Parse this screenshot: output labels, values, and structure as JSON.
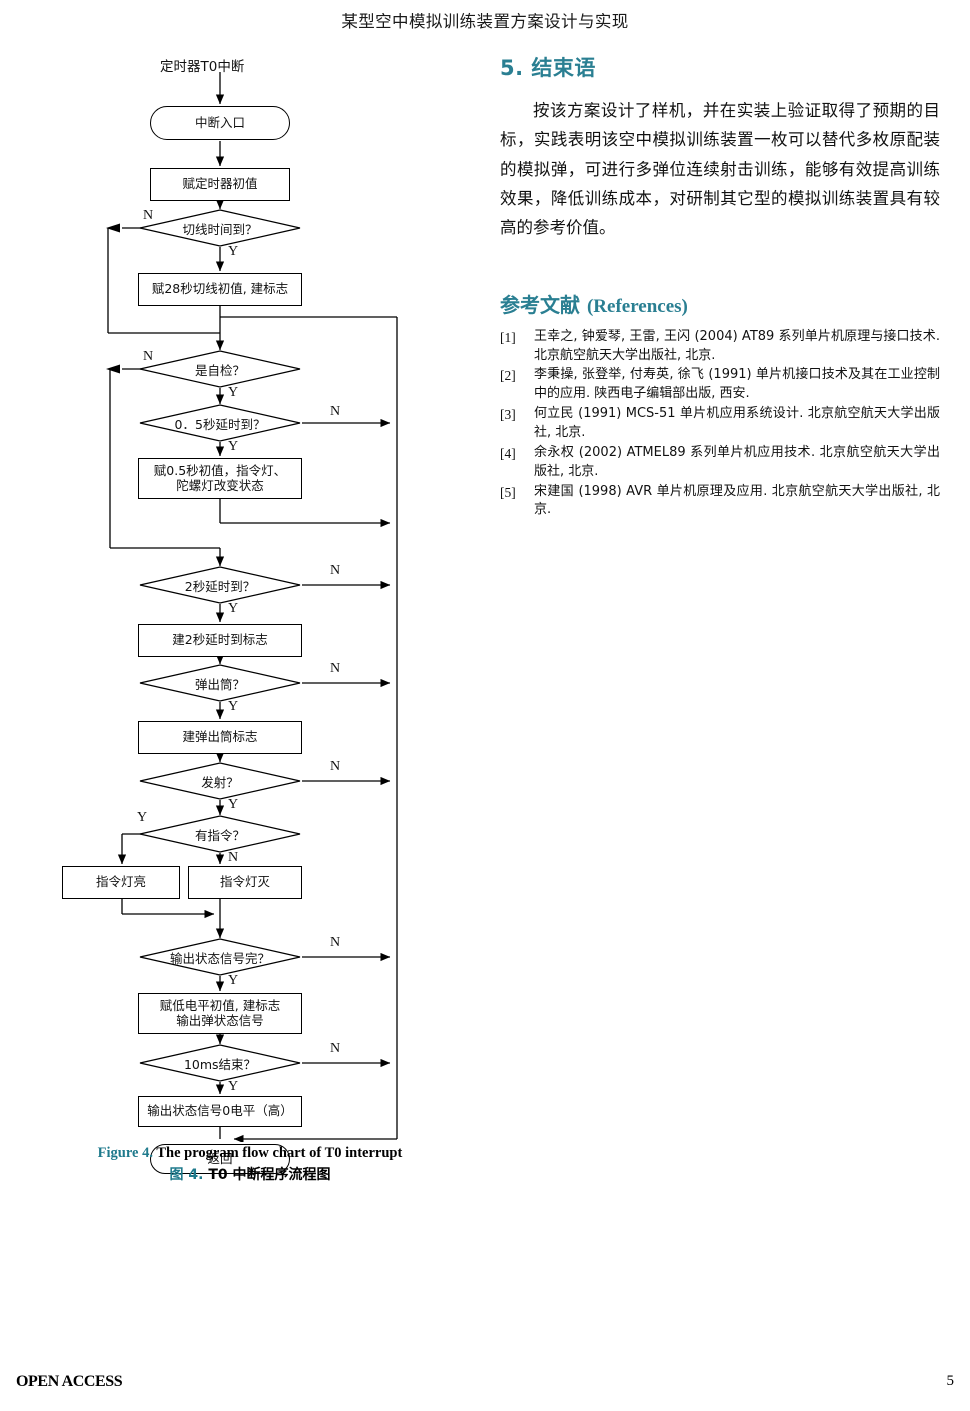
{
  "running_head": "某型空中模拟训练装置方案设计与实现",
  "figure": {
    "start_label": "定时器T0中断",
    "nodes": {
      "n1": "中断入口",
      "n2": "赋定时器初值",
      "d1": "切线时间到？",
      "n3": "赋28秒切线初值, 建标志",
      "d2": "是自检？",
      "d3": "0．5秒延时到？",
      "n4": "赋0.5秒初值，指令灯、\n陀螺灯改变状态",
      "d4": "2秒延时到？",
      "n5": "建2秒延时到标志",
      "d5": "弹出筒？",
      "n6": "建弹出筒标志",
      "d6": "发射？",
      "d7": "有指令？",
      "n7": "指令灯亮",
      "n8": "指令灯灭",
      "d8": "输出状态信号完？",
      "n9": "赋低电平初值, 建标志\n输出弹状态信号",
      "d9": "10ms结束？",
      "n10": "输出状态信号0电平（高）",
      "n11": "返回"
    },
    "branch_labels": {
      "d1_n": "N",
      "d1_y": "Y",
      "d2_n": "N",
      "d2_y": "Y",
      "d3_n": "N",
      "d3_y": "Y",
      "d4_n": "N",
      "d4_y": "Y",
      "d5_n": "N",
      "d5_y": "Y",
      "d6_n": "N",
      "d6_y": "Y",
      "d7_n": "N",
      "d7_y": "Y",
      "d8_n": "N",
      "d8_y": "Y",
      "d9_n": "N",
      "d9_y": "Y"
    },
    "caption_en_key": "Figure 4.",
    "caption_en_text": "The program flow chart of T0 interrupt",
    "caption_cn_key": "图 4.",
    "caption_cn_text": "T0 中断程序流程图"
  },
  "section": {
    "heading": "5.  结束语",
    "paragraph": "按该方案设计了样机，并在实装上验证取得了预期的目标，实践表明该空中模拟训练装置一枚可以替代多枚原配装的模拟弹，可进行多弹位连续射击训练，能够有效提高训练效果，降低训练成本，对研制其它型的模拟训练装置具有较高的参考价值。"
  },
  "references": {
    "heading_cn": "参考文献",
    "heading_en": "(References)",
    "items": [
      {
        "num": "[1]",
        "text": "王幸之, 钟爱琴, 王雷, 王闪 (2004) AT89 系列单片机原理与接口技术. 北京航空航天大学出版社, 北京."
      },
      {
        "num": "[2]",
        "text": "李秉操, 张登举, 付寿英, 徐飞 (1991) 单片机接口技术及其在工业控制中的应用. 陕西电子编辑部出版, 西安."
      },
      {
        "num": "[3]",
        "text": "何立民 (1991) MCS-51 单片机应用系统设计. 北京航空航天大学出版社, 北京."
      },
      {
        "num": "[4]",
        "text": "余永权 (2002) ATMEL89 系列单片机应用技术. 北京航空航天大学出版社, 北京."
      },
      {
        "num": "[5]",
        "text": "宋建国 (1998) AVR 单片机原理及应用. 北京航空航天大学出版社, 北京."
      }
    ]
  },
  "footer": {
    "open_access": "OPEN ACCESS",
    "page_number": "5"
  },
  "colors": {
    "accent_teal": "#2a7f92",
    "caption_key": "#1f7a8c",
    "line": "#000000"
  }
}
